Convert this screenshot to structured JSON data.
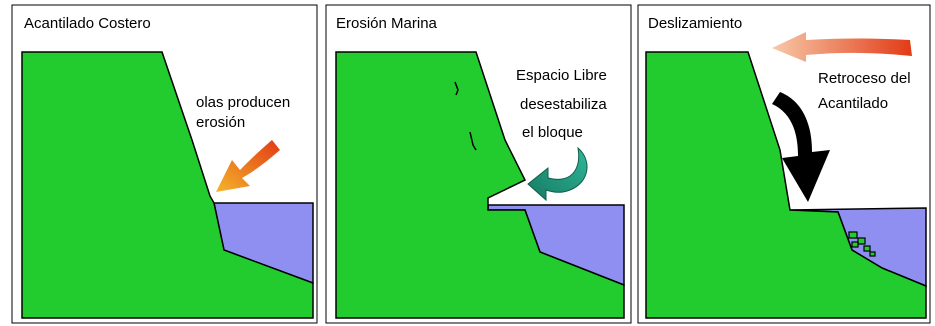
{
  "colors": {
    "land": "#22cc2e",
    "water": "#8f8ff2",
    "outline": "#000000",
    "background": "#ffffff",
    "wave_arrow_start": "#e23a16",
    "wave_arrow_end": "#f4b52a",
    "gap_arrow": "#1f9c7c",
    "retreat_arrow_start": "#e23a16",
    "retreat_arrow_end": "#f7c9a8",
    "fall_arrow": "#000000"
  },
  "panels": [
    {
      "title": "Acantilado Costero",
      "annotation_lines": [
        "olas producen",
        "erosión"
      ],
      "arrow_icon": "curved-arrow-icon"
    },
    {
      "title": "Erosión Marina",
      "annotation_lines": [
        "Espacio Libre",
        "desestabiliza",
        "el bloque"
      ],
      "arrow_icon": "curved-arrow-icon"
    },
    {
      "title": "Deslizamiento",
      "annotation_lines": [
        "Retroceso del",
        "Acantilado"
      ],
      "arrow_icon": "down-arrow-icon"
    }
  ]
}
